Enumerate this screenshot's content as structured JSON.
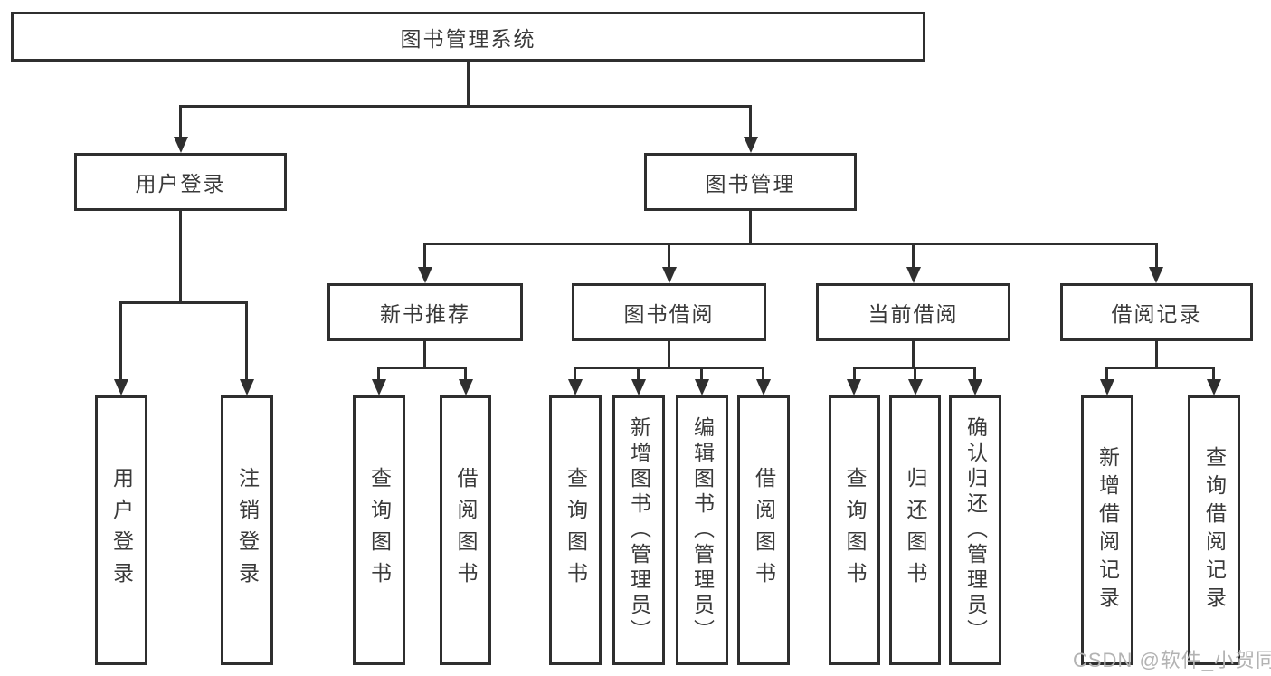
{
  "tree": {
    "root": {
      "label": "图书管理系统"
    },
    "user_login": {
      "label": "用户登录",
      "children": [
        {
          "label": "用户登录"
        },
        {
          "label": "注销登录"
        }
      ]
    },
    "book_mgmt": {
      "label": "图书管理"
    },
    "new_book_rec": {
      "label": "新书推荐",
      "children": [
        {
          "label": "查询图书"
        },
        {
          "label": "借阅图书"
        }
      ]
    },
    "book_borrow": {
      "label": "图书借阅",
      "children": [
        {
          "label": "查询图书"
        },
        {
          "label": "新增图书（管理员）"
        },
        {
          "label": "编辑图书（管理员）"
        },
        {
          "label": "借阅图书"
        }
      ]
    },
    "current_borrow": {
      "label": "当前借阅",
      "children": [
        {
          "label": "查询图书"
        },
        {
          "label": "归还图书"
        },
        {
          "label": "确认归还（管理员）"
        }
      ]
    },
    "borrow_records": {
      "label": "借阅记录",
      "children": [
        {
          "label": "新增借阅记录"
        },
        {
          "label": "查询借阅记录"
        }
      ]
    }
  },
  "watermark": {
    "text": "CSDN @软件_小贺同学"
  },
  "colors": {
    "line": "#2f2f2f",
    "text": "#3a3a3a",
    "watermark": "#b3b3b3",
    "background": "#ffffff"
  }
}
